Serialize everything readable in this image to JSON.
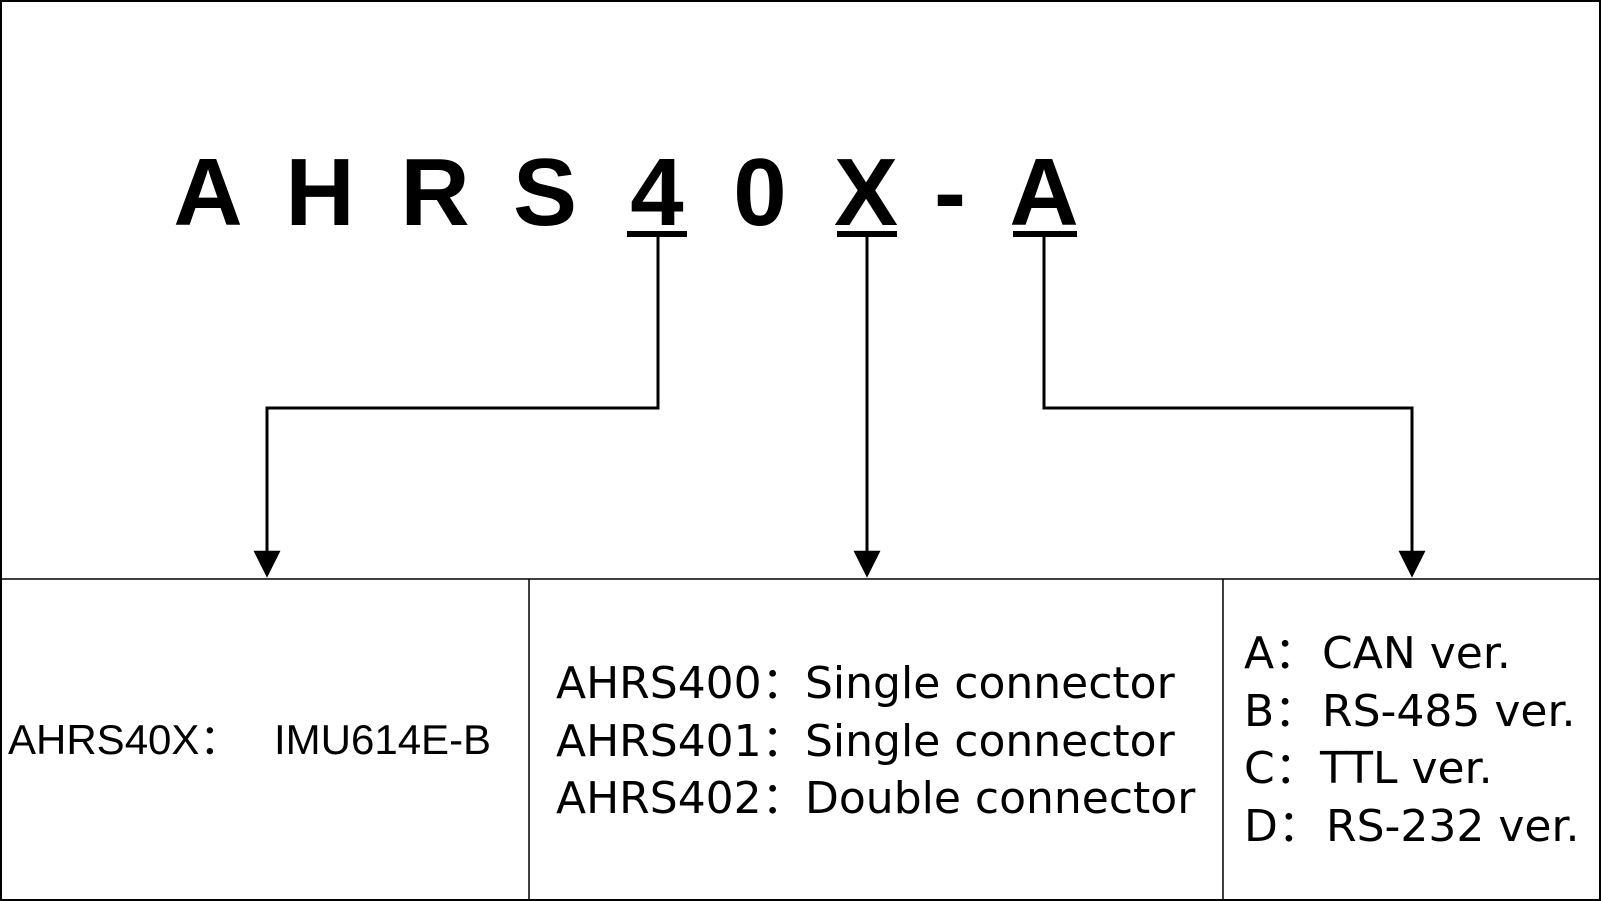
{
  "model_code": {
    "chars": [
      "A",
      "H",
      "R",
      "S",
      "4",
      "0",
      "X",
      "-",
      "A"
    ],
    "underlined_index": [
      4,
      6,
      8
    ]
  },
  "boxes": {
    "model": {
      "label": "AHRS40X：",
      "value": "IMU614E-B"
    },
    "connector": {
      "lines": [
        {
          "code": "AHRS400：",
          "desc": "Single connector"
        },
        {
          "code": "AHRS401：",
          "desc": "Single connector"
        },
        {
          "code": "AHRS402：",
          "desc": "Double connector"
        }
      ]
    },
    "interface": {
      "lines": [
        {
          "code": "A：",
          "desc": "CAN ver."
        },
        {
          "code": "B：",
          "desc": "RS-485 ver."
        },
        {
          "code": "C：",
          "desc": "TTL ver."
        },
        {
          "code": "D：",
          "desc": "RS-232 ver."
        }
      ]
    }
  },
  "colors": {
    "line": "#000000",
    "background": "#ffffff"
  }
}
